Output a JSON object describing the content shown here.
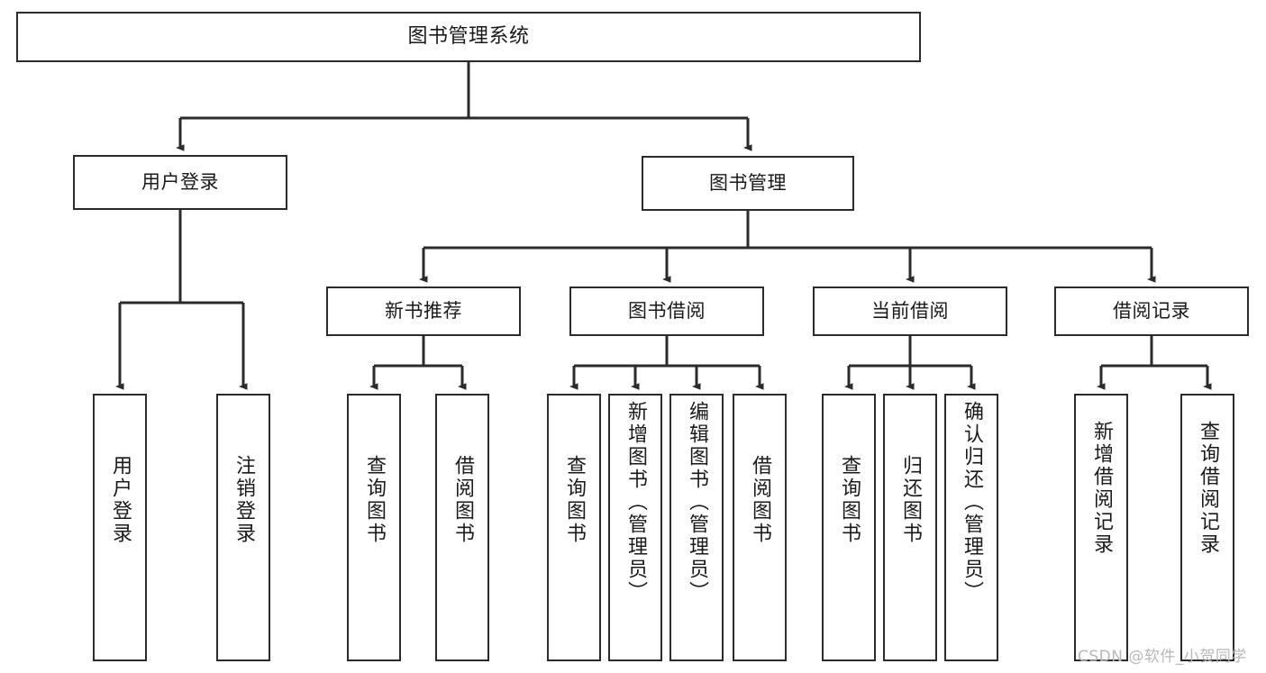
{
  "diagram": {
    "type": "tree-hierarchy-chart",
    "title": "图书管理系统",
    "orientation": "top-down",
    "colors": {
      "box_border": "#2b2b2b",
      "box_fill": "#ffffff",
      "edge": "#2b2b2b",
      "text": "#1a1a1a",
      "watermark": "#b8b8b8"
    },
    "nodes": {
      "root": {
        "label": "图书管理系统"
      },
      "level1": [
        {
          "id": "user-login",
          "label": "用户登录"
        },
        {
          "id": "book-management",
          "label": "图书管理"
        }
      ],
      "level2": [
        {
          "id": "new-book-recommend",
          "label": "新书推荐"
        },
        {
          "id": "book-borrow",
          "label": "图书借阅"
        },
        {
          "id": "current-borrow",
          "label": "当前借阅"
        },
        {
          "id": "borrow-record",
          "label": "借阅记录"
        }
      ],
      "leaves": {
        "user_login": [
          {
            "id": "leaf-user-login",
            "label": "用户登录"
          },
          {
            "id": "leaf-logout-login",
            "label": "注销登录"
          }
        ],
        "new_book_recommend": [
          {
            "id": "leaf-query-book-1",
            "label": "查询图书"
          },
          {
            "id": "leaf-borrow-book-1",
            "label": "借阅图书"
          }
        ],
        "book_borrow": [
          {
            "id": "leaf-query-book-2",
            "label": "查询图书"
          },
          {
            "id": "leaf-add-book",
            "label": "新增图书（管理员）"
          },
          {
            "id": "leaf-edit-book",
            "label": "编辑图书（管理员）"
          },
          {
            "id": "leaf-borrow-book-2",
            "label": "借阅图书"
          }
        ],
        "current_borrow": [
          {
            "id": "leaf-query-book-3",
            "label": "查询图书"
          },
          {
            "id": "leaf-return-book",
            "label": "归还图书"
          },
          {
            "id": "leaf-confirm-return",
            "label": "确认归还（管理员）"
          }
        ],
        "borrow_record": [
          {
            "id": "leaf-add-borrow-record",
            "label": "新增借阅记录"
          },
          {
            "id": "leaf-query-borrow-record",
            "label": "查询借阅记录"
          }
        ]
      }
    }
  },
  "watermark": {
    "text": "CSDN @软件_小贺同学"
  }
}
